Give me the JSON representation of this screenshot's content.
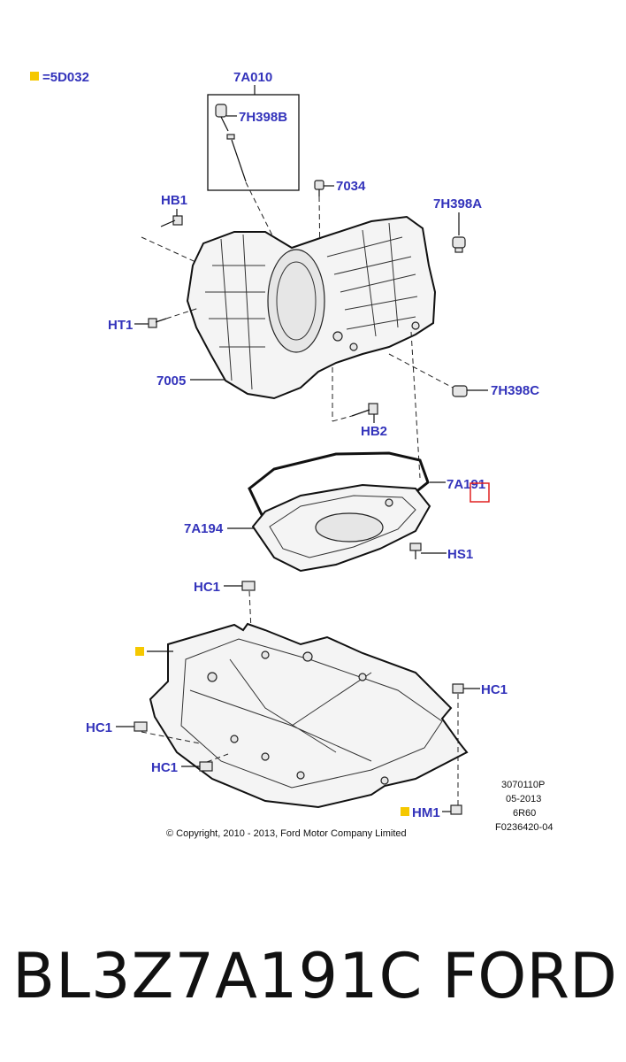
{
  "legend": {
    "text": "=5D032",
    "color": "#f5c800"
  },
  "callouts": {
    "c7A010": "7A010",
    "c7H398B": "7H398B",
    "c7034": "7034",
    "cHB1": "HB1",
    "c7H398A": "7H398A",
    "cHT1": "HT1",
    "c7005": "7005",
    "c7H398C": "7H398C",
    "cHB2": "HB2",
    "c7A191": "7A191",
    "c7A194": "7A194",
    "cHS1": "HS1",
    "cHC1a": "HC1",
    "cHC1b": "HC1",
    "cHC1c": "HC1",
    "cHC1d": "HC1",
    "cHM1": "HM1"
  },
  "meta": {
    "line1": "3070110P",
    "line2": "05-2013",
    "line3": "6R60",
    "line4": "F0236420-04"
  },
  "copyright": "© Copyright, 2010 - 2013, Ford Motor Company Limited",
  "footer": {
    "part_number": "BL3Z7A191C",
    "brand": "FORD"
  },
  "colors": {
    "callout": "#3333bb",
    "marker": "#f5c800",
    "highlight": "#e02020"
  }
}
